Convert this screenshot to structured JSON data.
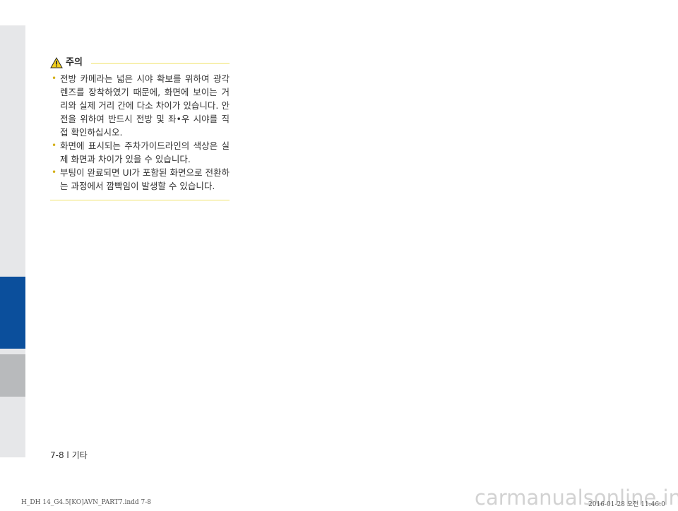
{
  "caution": {
    "title": "주의",
    "items": [
      "전방 카메라는 넓은 시야 확보를 위하여 광각렌즈를 장착하였기 때문에, 화면에 보이는 거리와 실제 거리 간에 다소 차이가 있습니다. 안전을 위하여 반드시 전방 및 좌•우 시야를 직접 확인하십시오.",
      "화면에 표시되는 주차가이드라인의 색상은 실제 화면과 차이가 있을 수 있습니다.",
      "부팅이 완료되면 UI가 포함된 화면으로 전환하는 과정에서 깜빡임이 발생할 수 있습니다."
    ]
  },
  "footer": {
    "page_number": "7-8 l 기타",
    "print_info": "H_DH 14_G4.5[KO]AVN_PART7.indd   7-8",
    "print_date": "2016-01-28   오전 11:46:0",
    "watermark": "carmanualsonline.info"
  },
  "colors": {
    "tab_active": "#0b4f9c",
    "tab_strip": "#e6e7e9",
    "accent_rule": "#f0e36a",
    "warning_icon": "#f2cf1d"
  }
}
